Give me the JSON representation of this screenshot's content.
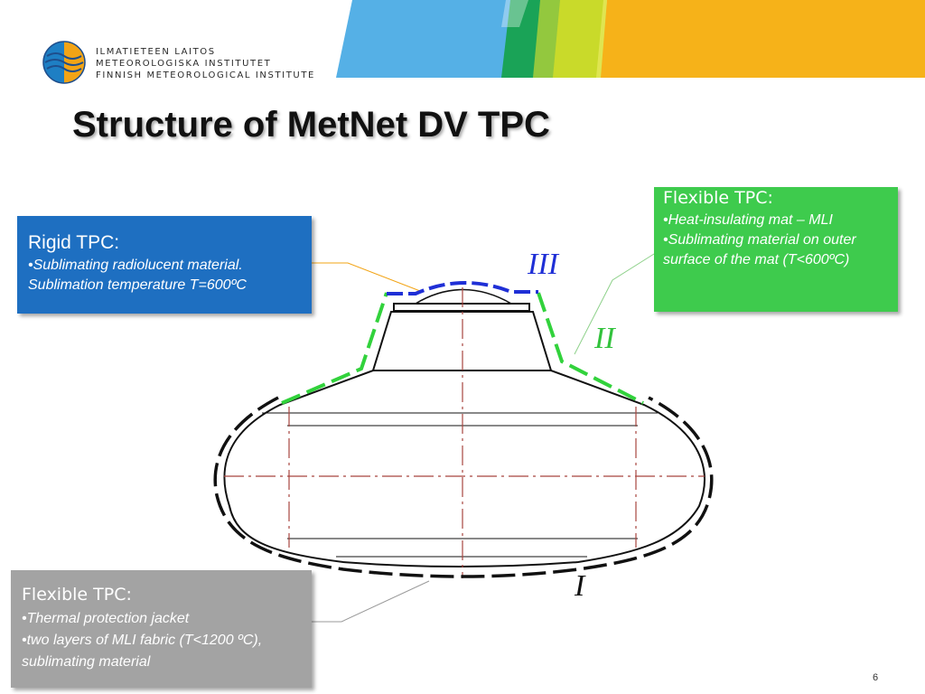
{
  "header": {
    "org_lines": [
      "ILMATIETEEN LAITOS",
      "METEOROLOGISKA INSTITUTET",
      "FINNISH METEOROLOGICAL INSTITUTE"
    ],
    "colors": {
      "blue": "#55b0e6",
      "green_dark": "#1aa357",
      "green_light": "#93c83e",
      "yellow_green": "#d7de26",
      "orange": "#f6b219"
    }
  },
  "title": "Structure of MetNet DV TPC",
  "rigid_box": {
    "heading": "Rigid TPC:",
    "lines": [
      "•Sublimating radiolucent material.",
      "Sublimation temperature T=600ºC"
    ],
    "color": "#1e6fc1"
  },
  "flexible_box_top": {
    "heading": "Flexible TPC:",
    "lines": [
      "•Heat-insulating mat – MLI",
      "•Sublimating material on outer surface of the mat (T<600ºC)"
    ],
    "color": "#3ecb4d"
  },
  "flexible_box_bottom": {
    "heading": "Flexible TPC:",
    "lines": [
      "•Thermal protection jacket",
      "•two layers of MLI fabric (T<1200 ºC), sublimating material"
    ],
    "color": "#a3a3a3"
  },
  "diagram_labels": {
    "layer_1": "I",
    "layer_2": "II",
    "layer_3": "III"
  },
  "slide_number": "6"
}
